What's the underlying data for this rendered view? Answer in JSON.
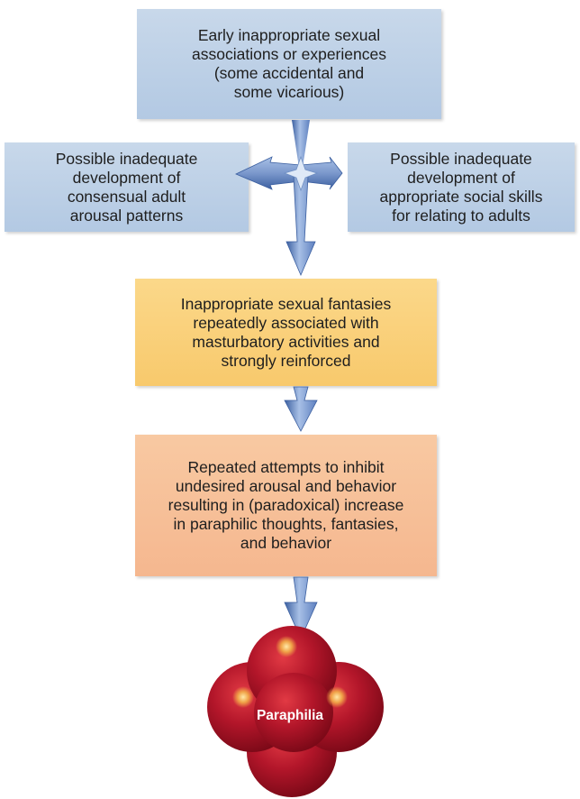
{
  "diagram": {
    "top_box": {
      "text": "Early inappropriate sexual\nassociations or experiences\n(some accidental and\nsome vicarious)"
    },
    "left_box": {
      "text": "Possible inadequate\ndevelopment of\nconsensual adult\narousal patterns"
    },
    "right_box": {
      "text": "Possible inadequate\ndevelopment of\nappropriate social skills\nfor relating to adults"
    },
    "fantasy_box": {
      "text": "Inappropriate sexual fantasies\nrepeatedly associated with\nmasturbatory activities and\nstrongly reinforced"
    },
    "inhibition_box": {
      "text": "Repeated attempts to inhibit\nundesired arousal and behavior\nresulting in (paradoxical) increase\nin paraphilic thoughts, fantasies,\nand behavior"
    },
    "outcome": {
      "label": "Paraphilia"
    }
  },
  "colors": {
    "blue_box": "#b3c9e3",
    "yellow_box": "#f8c96c",
    "peach_box": "#f5b78f",
    "arrow": "#6f8fc3",
    "sphere": "#b0182a"
  }
}
